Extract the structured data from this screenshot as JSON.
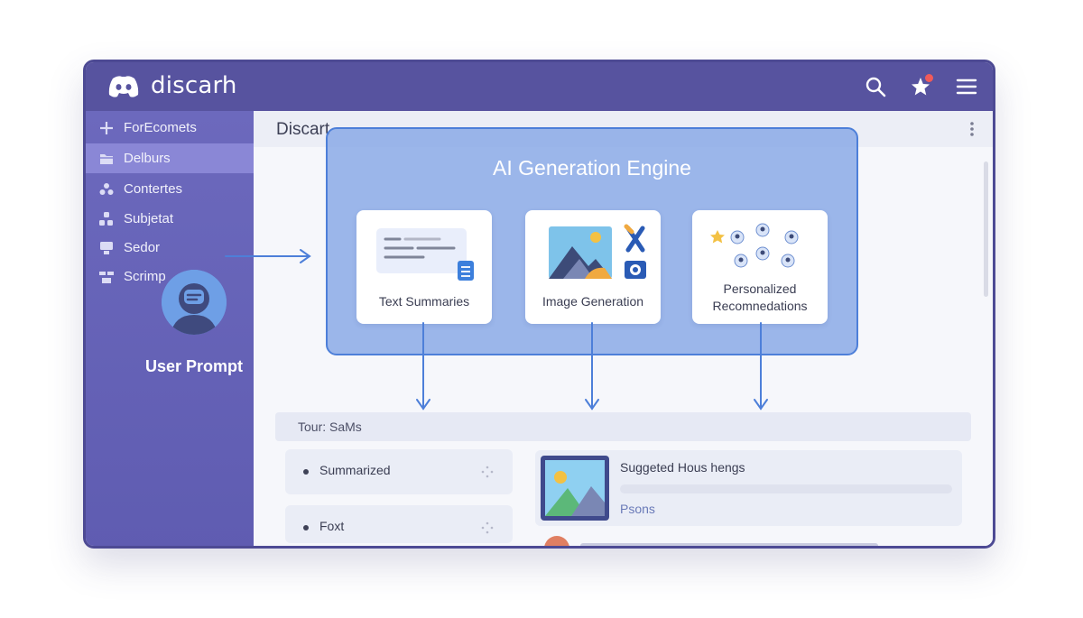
{
  "app": {
    "title": "discarh"
  },
  "colors": {
    "titlebar": "#57539f",
    "sidebar": "#6c69bd",
    "sidebar_active": "#8a87d6",
    "engine_fill": "#82a4e6",
    "engine_border": "#4d7fd9",
    "arrow": "#4d7fd9",
    "notification": "#f05a5a"
  },
  "toolbar": {
    "icons": [
      "search-icon",
      "star-icon",
      "menu-icon"
    ]
  },
  "sidebar": {
    "items": [
      {
        "label": "ForEcomets",
        "icon": "plus-icon"
      },
      {
        "label": "Delburs",
        "icon": "folder-icon",
        "active": true
      },
      {
        "label": "Contertes",
        "icon": "people-icon"
      },
      {
        "label": "Subjetat",
        "icon": "grid-icon"
      },
      {
        "label": "Sedor",
        "icon": "panel-icon"
      },
      {
        "label": "Scrimp",
        "icon": "layers-icon"
      }
    ],
    "user_prompt_label": "User Prompt"
  },
  "main": {
    "title": "Discart",
    "engine": {
      "title": "AI Generation Engine",
      "cards": [
        {
          "label": "Text Summaries",
          "icon": "document-icon"
        },
        {
          "label": "Image Generation",
          "icon": "image-icon"
        },
        {
          "label_line1": "Personalized",
          "label_line2": "Recomnedations",
          "icon": "people-network-icon"
        }
      ]
    },
    "tour_label": "Tour: SaMs",
    "list": [
      {
        "label": "Summarized"
      },
      {
        "label": "Foxt"
      }
    ],
    "suggestion": {
      "title": "Suggeted Hous hengs",
      "subtitle": "Psons"
    }
  }
}
